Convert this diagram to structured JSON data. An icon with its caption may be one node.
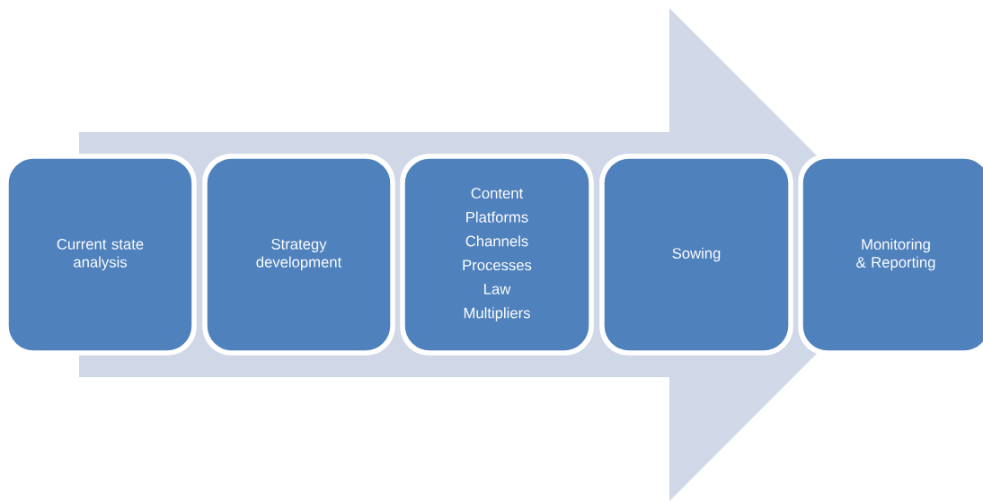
{
  "diagram": {
    "nodes": [
      {
        "text": [
          "Current state analysis"
        ]
      },
      {
        "text": [
          "Strategy development"
        ]
      },
      {
        "text": [
          "Content",
          "Platforms",
          "Channels",
          "Processes",
          "Law",
          "Multipliers"
        ]
      },
      {
        "text": [
          "Sowing"
        ]
      },
      {
        "text": [
          "Monitoring & Reporting"
        ]
      }
    ],
    "edges": [
      {
        "from": 0,
        "to": 4,
        "arrow": "to"
      }
    ]
  }
}
